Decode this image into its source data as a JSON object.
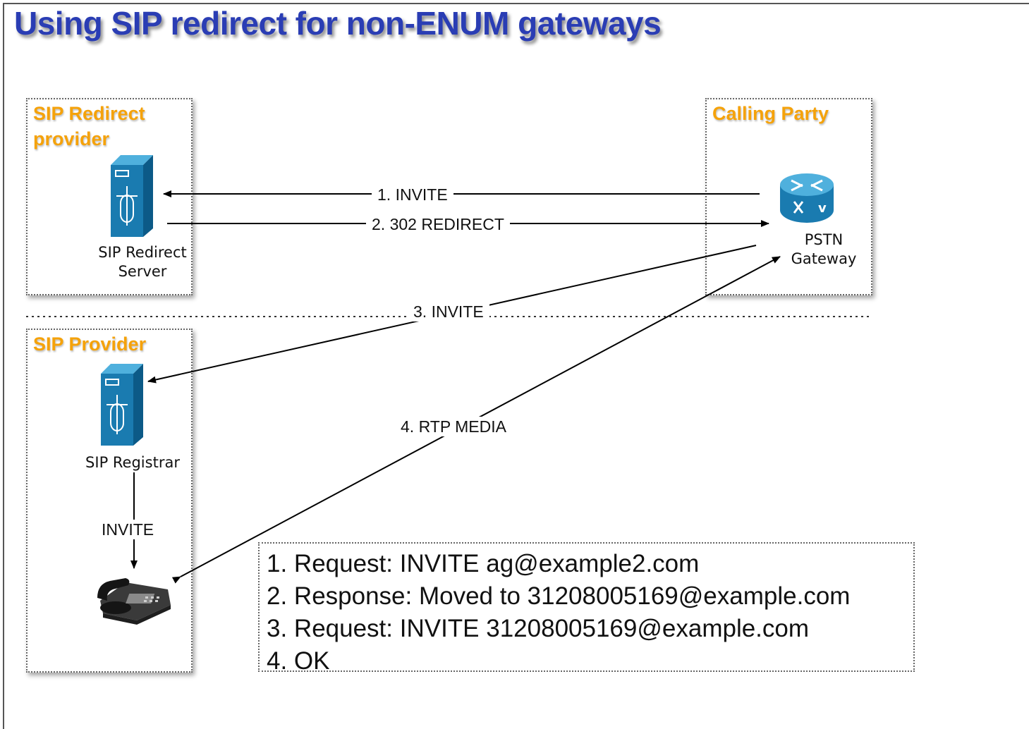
{
  "title": "Using SIP redirect for non-ENUM gateways",
  "boxes": {
    "redirect_provider": "SIP Redirect\nprovider",
    "calling_party": "Calling Party",
    "sip_provider": "SIP Provider"
  },
  "nodes": {
    "redirect_server": "SIP Redirect\nServer",
    "gateway": "PSTN\nGateway",
    "registrar": "SIP  Registrar"
  },
  "arrows": {
    "invite_1": "1.  INVITE",
    "redirect_2": "2.  302 REDIRECT",
    "invite_3": "3.  INVITE",
    "rtp_4": "4.  RTP MEDIA",
    "invite_local": "INVITE"
  },
  "legend": [
    "1. Request: INVITE ag@example2.com",
    "2. Response: Moved to 31208005169@example.com",
    "3. Request: INVITE 31208005169@example.com",
    "4. OK"
  ],
  "icons": {
    "server": "server-icon",
    "router": "router-icon",
    "phone": "telephone-icon"
  },
  "colors": {
    "title": "#2a3db4",
    "box_label": "#f5a20a",
    "device_blue": "#1a7bb0"
  }
}
